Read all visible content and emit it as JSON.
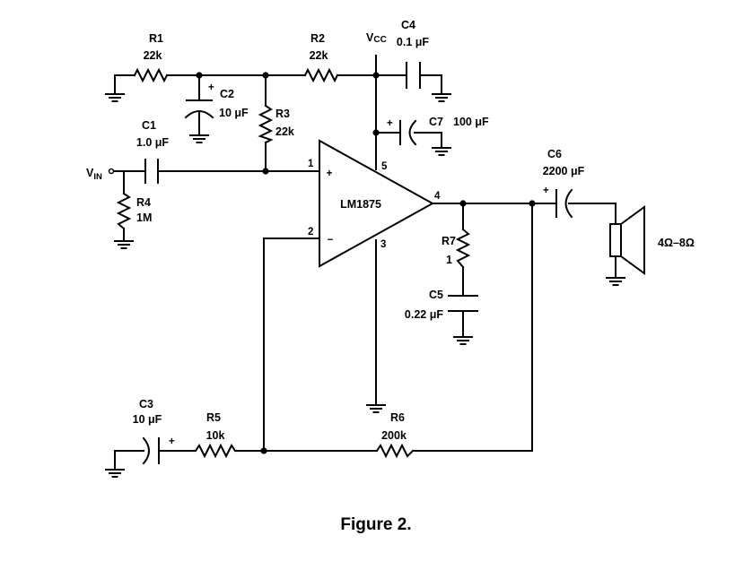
{
  "figure_caption": "Figure 2.",
  "ic": {
    "name": "LM1875",
    "pins": {
      "p1": "1",
      "p2": "2",
      "p3": "3",
      "p4": "4",
      "p5": "5"
    },
    "plus_sign": "+",
    "minus_sign": "−"
  },
  "vin": {
    "main": "V",
    "sub": "IN"
  },
  "vcc": {
    "main": "V",
    "sub": "CC"
  },
  "components": {
    "R1": {
      "ref": "R1",
      "value": "22k"
    },
    "R2": {
      "ref": "R2",
      "value": "22k"
    },
    "R3": {
      "ref": "R3",
      "value": "22k"
    },
    "R4": {
      "ref": "R4",
      "value": "1M"
    },
    "R5": {
      "ref": "R5",
      "value": "10k"
    },
    "R6": {
      "ref": "R6",
      "value": "200k"
    },
    "R7": {
      "ref": "R7",
      "value": "1"
    },
    "C1": {
      "ref": "C1",
      "value": "1.0 μF"
    },
    "C2": {
      "ref": "C2",
      "value": "10 μF"
    },
    "C3": {
      "ref": "C3",
      "value": "10 μF"
    },
    "C4": {
      "ref": "C4",
      "value": "0.1 μF"
    },
    "C5": {
      "ref": "C5",
      "value": "0.22 μF"
    },
    "C6": {
      "ref": "C6",
      "value": "2200 μF"
    },
    "C7": {
      "ref": "C7",
      "value": "100 μF"
    }
  },
  "polarity": {
    "c2": "+",
    "c3": "+",
    "c6": "+",
    "c7": "+"
  },
  "speaker": {
    "impedance": "4Ω–8Ω"
  }
}
